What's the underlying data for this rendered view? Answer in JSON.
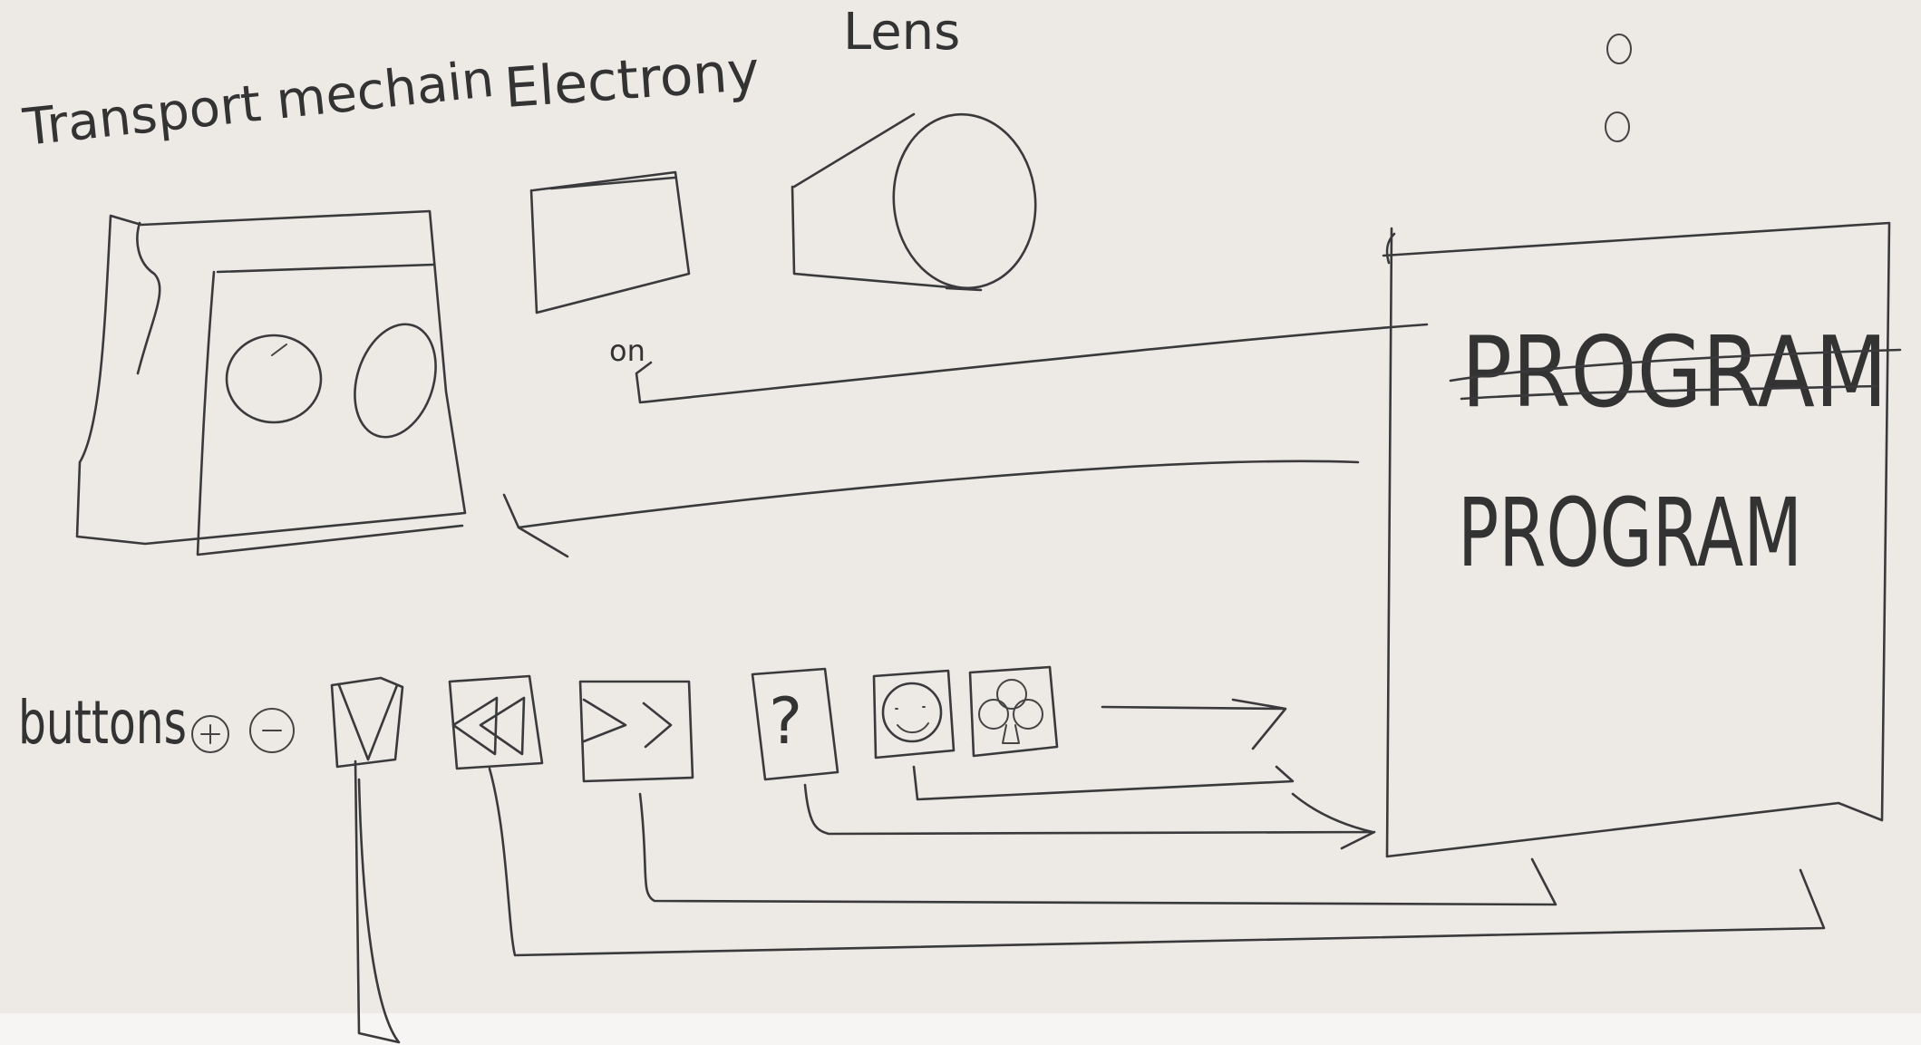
{
  "labels": {
    "transport": "Transport mechain",
    "electronics": "Electrony",
    "lens": "Lens",
    "on": "on",
    "buttons": "buttons",
    "program_struck": "PROGRAM",
    "program": "PROGRAM"
  },
  "colors": {
    "paper": "#edeae6",
    "ink": "#3a3a3c"
  },
  "icons": [
    "plus-circle-icon",
    "minus-circle-icon",
    "play-down-icon",
    "rewind-icon",
    "fast-forward-icon",
    "question-icon",
    "smiley-icon",
    "club-icon",
    "arrow-right-icon"
  ]
}
